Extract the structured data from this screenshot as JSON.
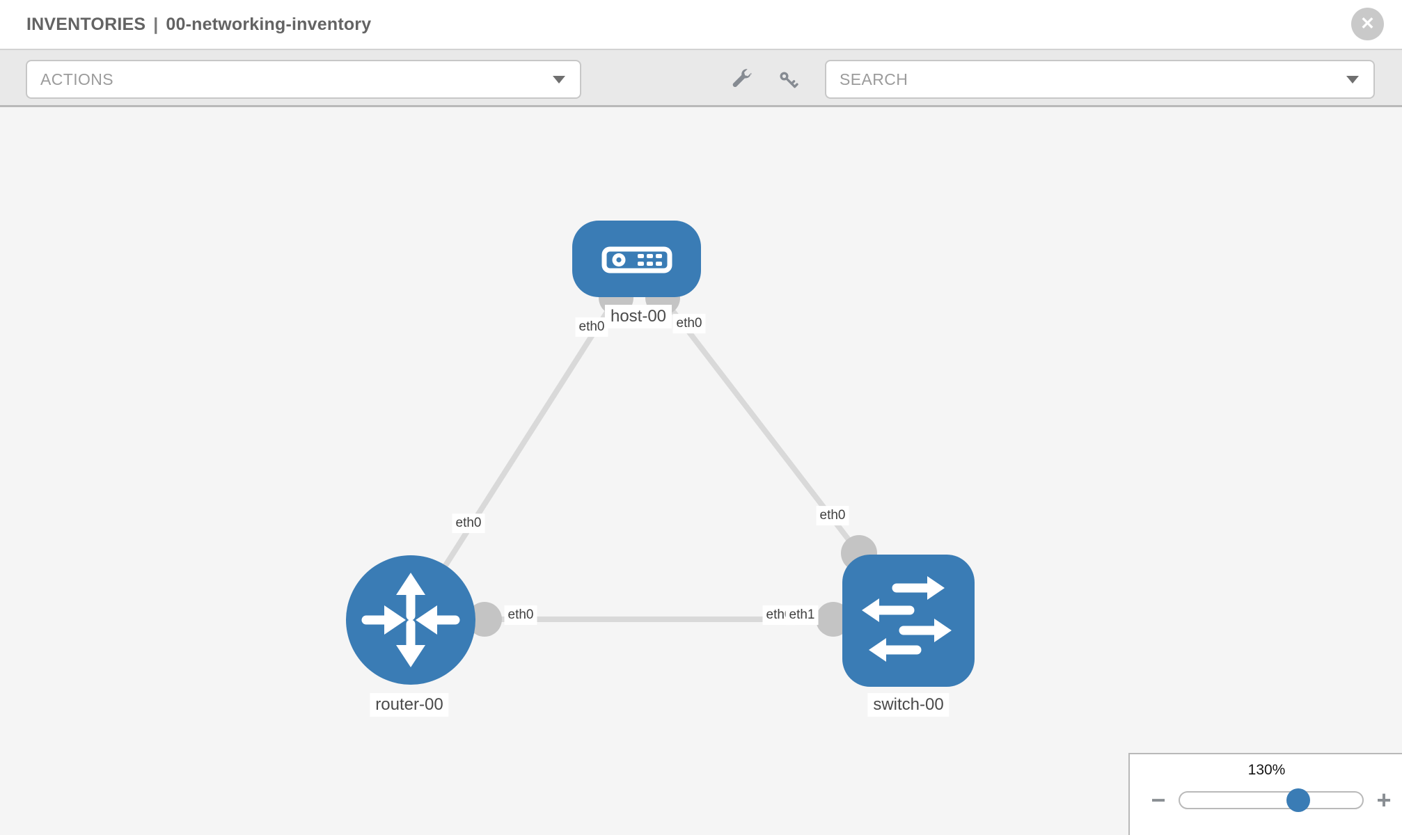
{
  "header": {
    "title_prefix": "INVENTORIES",
    "separator": "|",
    "inventory_name": "00-networking-inventory",
    "close_glyph": "✕"
  },
  "toolbar": {
    "actions_label": "ACTIONS",
    "search_label": "SEARCH",
    "tool_icons": [
      "wrench-icon",
      "key-icon"
    ]
  },
  "topology": {
    "nodes": [
      {
        "id": "host-00",
        "type": "host",
        "label": "host-00"
      },
      {
        "id": "router-00",
        "type": "router",
        "label": "router-00"
      },
      {
        "id": "switch-00",
        "type": "switch",
        "label": "switch-00"
      }
    ],
    "links": [
      {
        "from": "host-00",
        "to": "router-00",
        "labels": {
          "host_end": "eth0",
          "router_end": "eth0"
        }
      },
      {
        "from": "host-00",
        "to": "switch-00",
        "labels": {
          "host_end": "eth0",
          "switch_end": "eth0"
        }
      },
      {
        "from": "router-00",
        "to": "switch-00",
        "labels": {
          "router_end": "eth0",
          "switch_end": "eth1",
          "switch_end_overlapped": "eth0"
        }
      }
    ]
  },
  "zoom_control": {
    "level": "130%",
    "minus_glyph": "−",
    "plus_glyph": "+"
  },
  "colors": {
    "node_blue": "#3a7cb5",
    "link_gray": "#d9d9d9",
    "endpoint_gray": "#c4c4c4",
    "canvas_bg": "#f5f5f5",
    "toolbar_bg": "#e9e9e9"
  }
}
